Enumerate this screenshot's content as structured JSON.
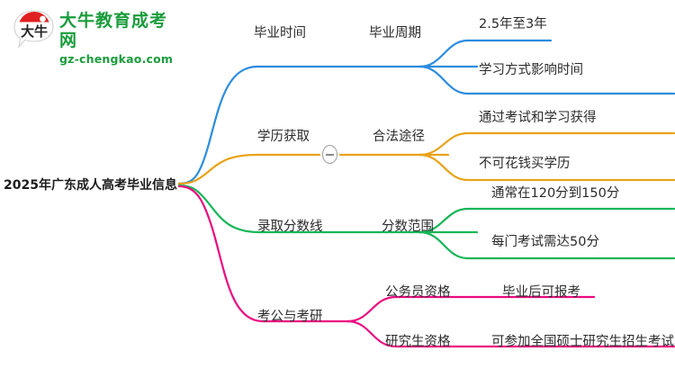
{
  "logo": {
    "mark_text": "大牛",
    "brand_cn": "大牛教育成考网",
    "brand_en": "gz-chengkao.com",
    "brand_color": "#1a9c3c",
    "mark_accent": "#e02020"
  },
  "mindmap": {
    "root": {
      "label": "2025年广东成人高考毕业信息"
    },
    "collapse_button": {
      "glyph": "−",
      "state": "expanded"
    },
    "branches": [
      {
        "color": "#2b8ce0",
        "level1": "毕业时间",
        "level2": "毕业周期",
        "leaves": [
          "2.5年至3年",
          "学习方式影响时间"
        ]
      },
      {
        "color": "#e8a317",
        "level1": "学历获取",
        "level2": "合法途径",
        "leaves": [
          "通过考试和学习获得",
          "不可花钱买学历"
        ]
      },
      {
        "color": "#15b657",
        "level1": "录取分数线",
        "level2": "分数范围",
        "leaves": [
          "通常在120分到150分",
          "每门考试需达50分"
        ]
      },
      {
        "color": "#ec0a7f",
        "level1": "考公与考研",
        "level2_items": [
          "公务员资格",
          "研究生资格"
        ],
        "leaves": [
          "毕业后可报考",
          "可参加全国硕士研究生招生考试"
        ]
      }
    ]
  }
}
